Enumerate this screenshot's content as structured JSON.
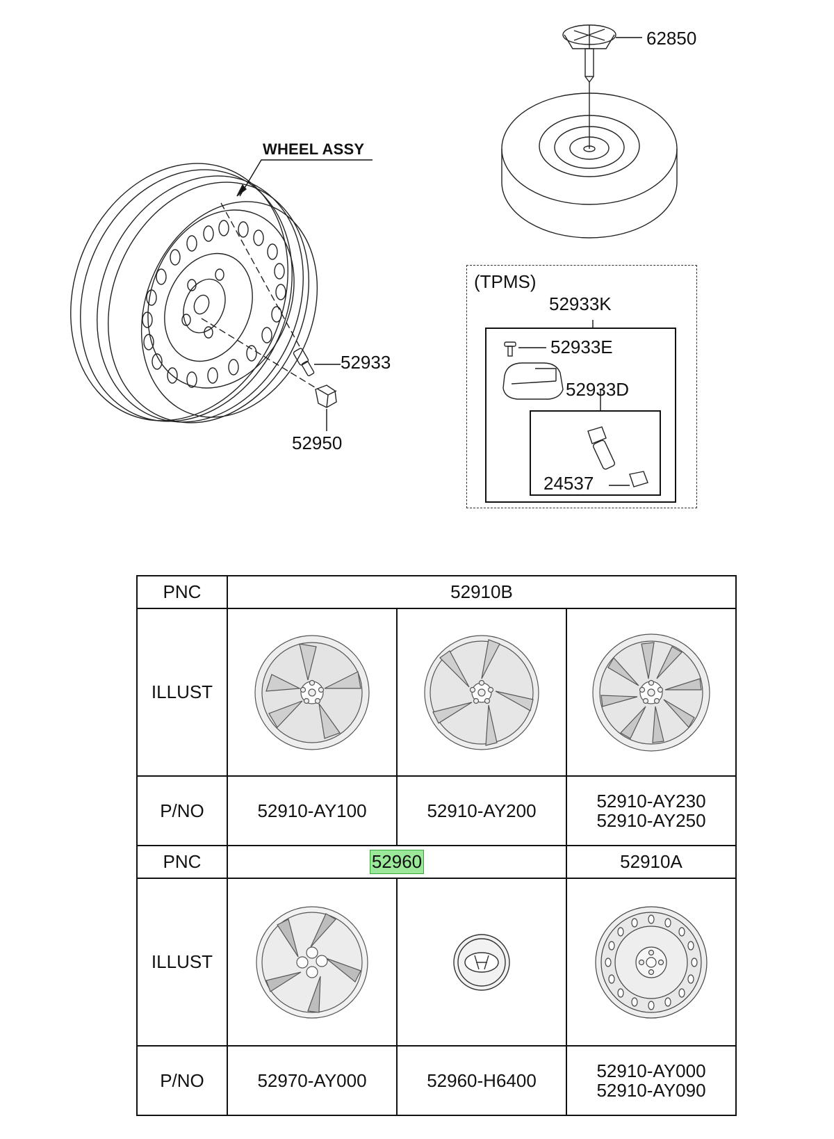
{
  "diagram": {
    "wheel_assy_label": "WHEEL ASSY",
    "callouts": {
      "c62850": "62850",
      "c52933": "52933",
      "c52950": "52950",
      "tpms": "(TPMS)",
      "c52933K": "52933K",
      "c52933E": "52933E",
      "c52933D": "52933D",
      "c24537": "24537"
    }
  },
  "table": {
    "row1": {
      "header": "PNC",
      "value": "52910B"
    },
    "row2": {
      "header": "ILLUST"
    },
    "row3": {
      "header": "P/NO",
      "col1": "52910-AY100",
      "col2": "52910-AY200",
      "col3a": "52910-AY230",
      "col3b": "52910-AY250"
    },
    "row4": {
      "header": "PNC",
      "value_highlighted": "52960",
      "col3": "52910A"
    },
    "row5": {
      "header": "ILLUST"
    },
    "row6": {
      "header": "P/NO",
      "col1": "52970-AY000",
      "col2": "52960-H6400",
      "col3a": "52910-AY000",
      "col3b": "52910-AY090"
    }
  },
  "colors": {
    "highlight": "#9be89b",
    "line": "#111111"
  }
}
